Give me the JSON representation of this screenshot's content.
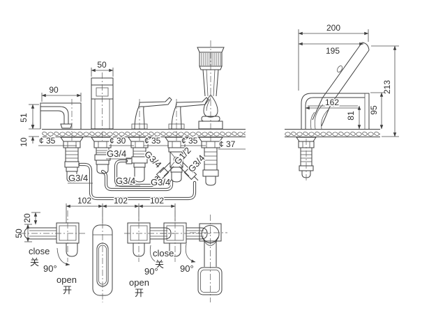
{
  "drawing": {
    "title": "faucet-installation-drawing",
    "front_view": {
      "dim_spout_width": "90",
      "dim_column_width": "50",
      "dim_spout_height": "51",
      "dim_deck_thickness": "10",
      "diameters": [
        "¢ 35",
        "¢ 30",
        "¢ 35",
        "¢ 35",
        "¢ 37"
      ],
      "thread_labels": [
        "G3/4",
        "G3/4",
        "G3/4",
        "G3/4",
        "G1/2",
        "G3/4",
        "G3/4"
      ]
    },
    "side_view": {
      "dim_width": "200",
      "dim_hose_length": "195",
      "dim_total_height": "213",
      "dim_body_height": "95",
      "dim_spout_clearance": "81",
      "dim_spout_reach": "162"
    },
    "top_view": {
      "dim_spacings": [
        "102",
        "102",
        "102"
      ],
      "dim_lever_length": "50",
      "dim_lever_offset": "20",
      "close_en": "close",
      "close_cn": "关",
      "open_en": "open",
      "open_cn": "开",
      "angle": "90°"
    }
  }
}
